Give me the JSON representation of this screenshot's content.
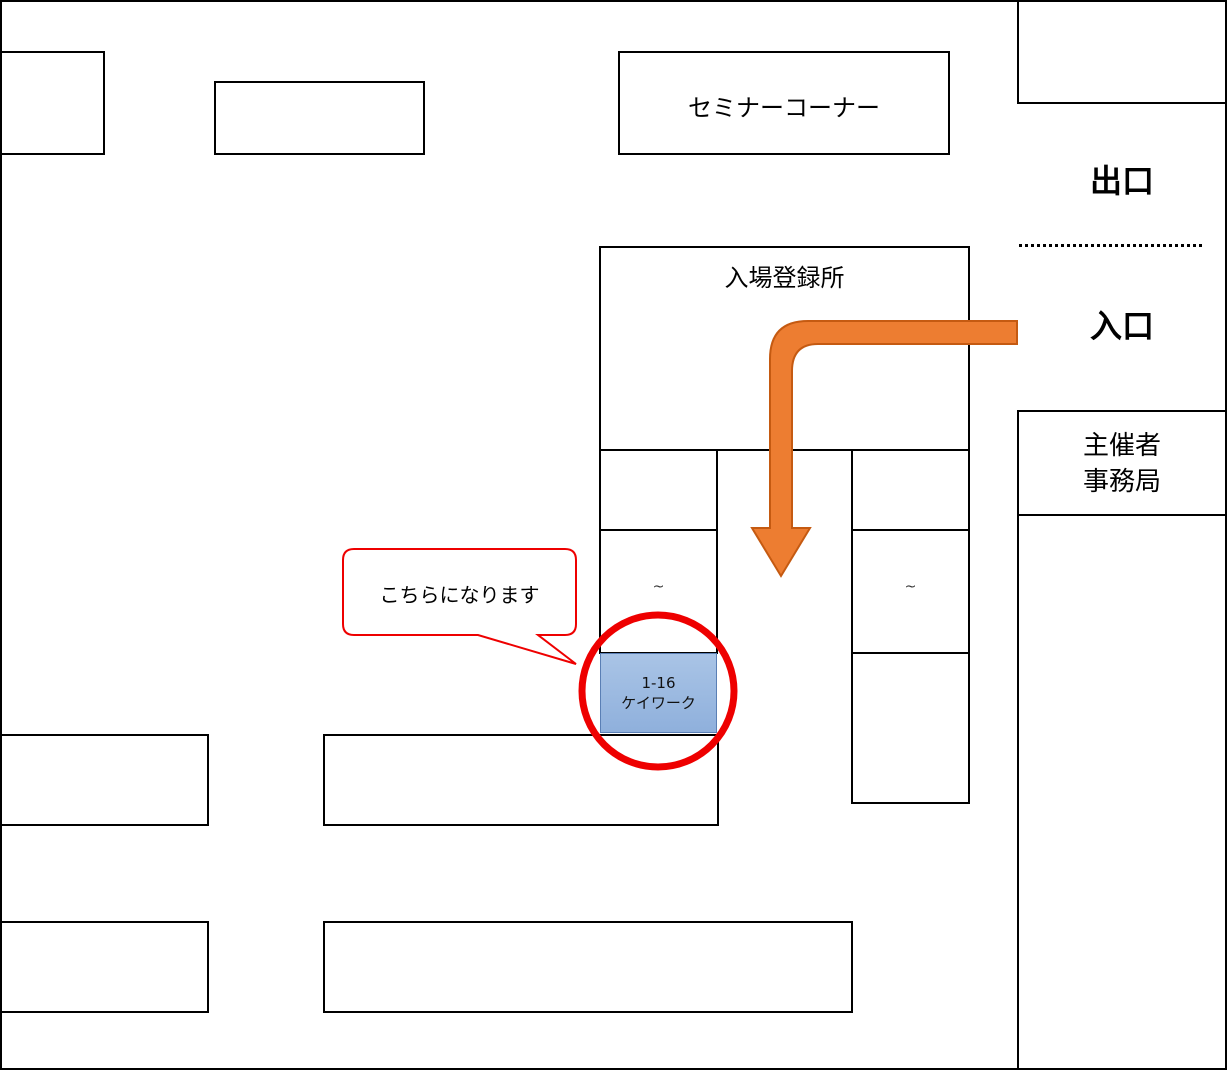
{
  "map": {
    "seminar_corner": "セミナーコーナー",
    "exit_label": "出口",
    "entrance_label": "入口",
    "registration_label": "入場登録所",
    "organizer_office_line1": "主催者",
    "organizer_office_line2": "事務局",
    "tilde_mark": "~",
    "highlight_booth": {
      "number": "1-16",
      "name": "ケイワーク"
    },
    "callout_text": "こちらになります",
    "colors": {
      "arrow": "#ed7d31",
      "circle": "#ee0000",
      "callout_border": "#ee0000",
      "booth_fill": "#9dbbe2"
    },
    "icons": [
      "route-arrow-icon",
      "highlight-circle-icon"
    ]
  }
}
